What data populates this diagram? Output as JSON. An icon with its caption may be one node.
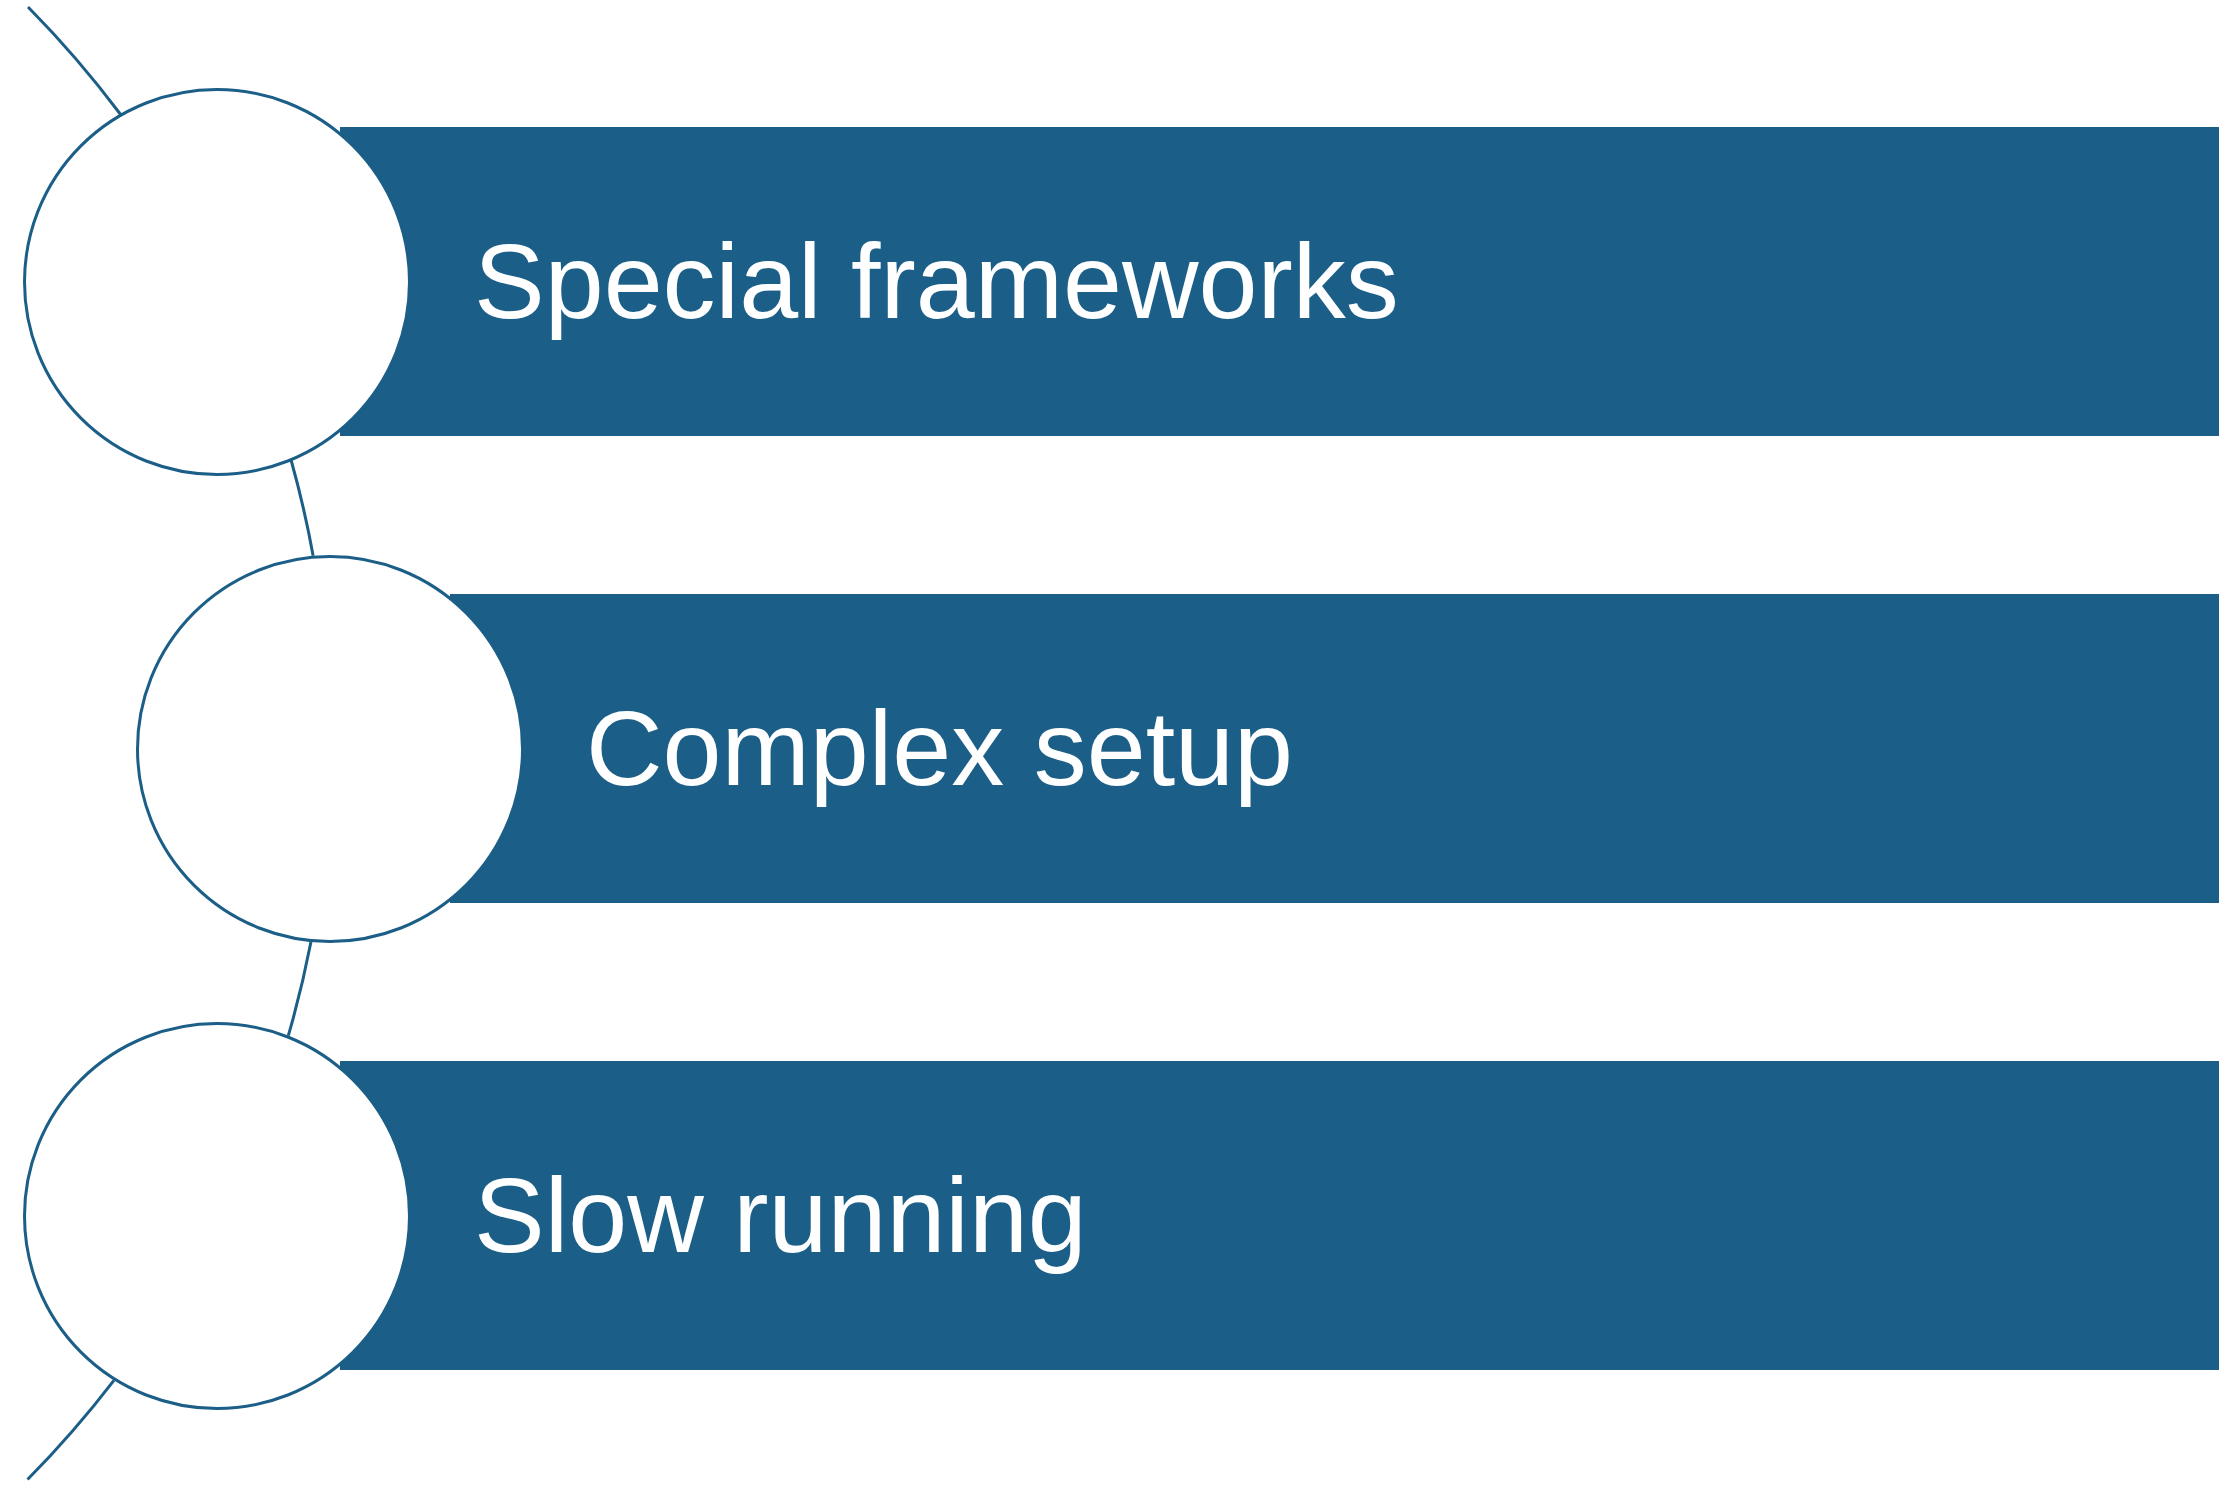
{
  "diagram": {
    "nodes": [
      {
        "text": [],
        "shape": "circle"
      },
      {
        "text": [
          "Special frameworks"
        ]
      },
      {
        "text": [],
        "shape": "circle"
      },
      {
        "text": [
          "Complex setup"
        ]
      },
      {
        "text": [],
        "shape": "circle"
      },
      {
        "text": [
          "Slow running"
        ]
      }
    ],
    "edges": [
      {
        "from": null,
        "to": 0,
        "arrow": "none"
      },
      {
        "from": 0,
        "to": 2,
        "arrow": "none"
      },
      {
        "from": 2,
        "to": 4,
        "arrow": "none"
      },
      {
        "from": 4,
        "to": null,
        "arrow": "none"
      }
    ]
  }
}
